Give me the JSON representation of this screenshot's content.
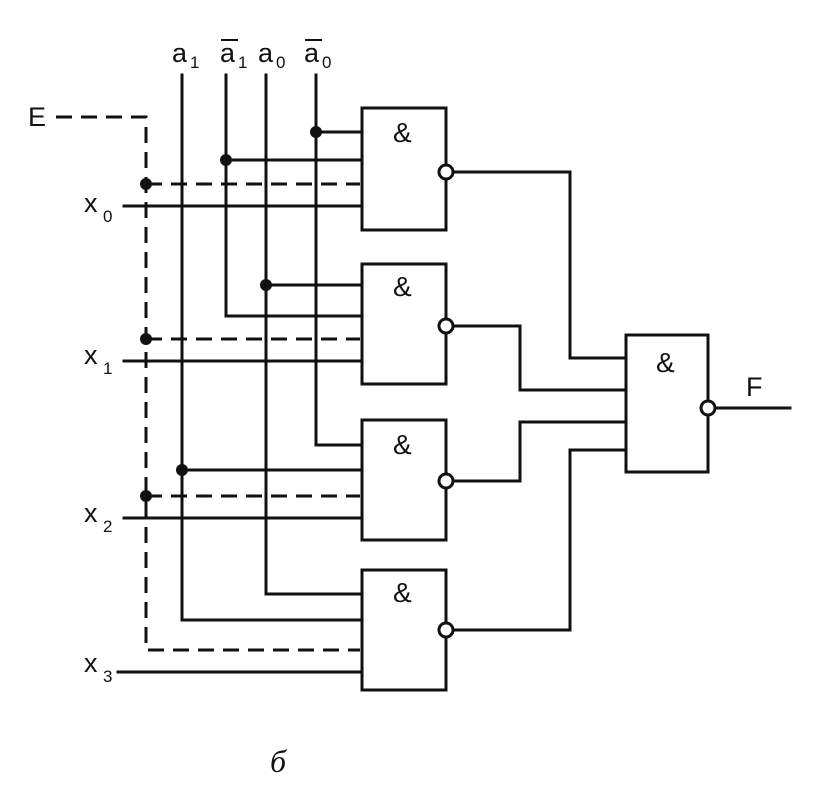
{
  "address_inputs": [
    {
      "letter": "a",
      "index": "1",
      "inverted": false
    },
    {
      "letter": "a",
      "index": "1",
      "inverted": true
    },
    {
      "letter": "a",
      "index": "0",
      "inverted": false
    },
    {
      "letter": "a",
      "index": "0",
      "inverted": true
    }
  ],
  "enable_label": "E",
  "data_inputs": [
    {
      "letter": "x",
      "index": "0"
    },
    {
      "letter": "x",
      "index": "1"
    },
    {
      "letter": "x",
      "index": "2"
    },
    {
      "letter": "x",
      "index": "3"
    }
  ],
  "gate_symbol": "&",
  "output_label": "F",
  "caption": "б"
}
